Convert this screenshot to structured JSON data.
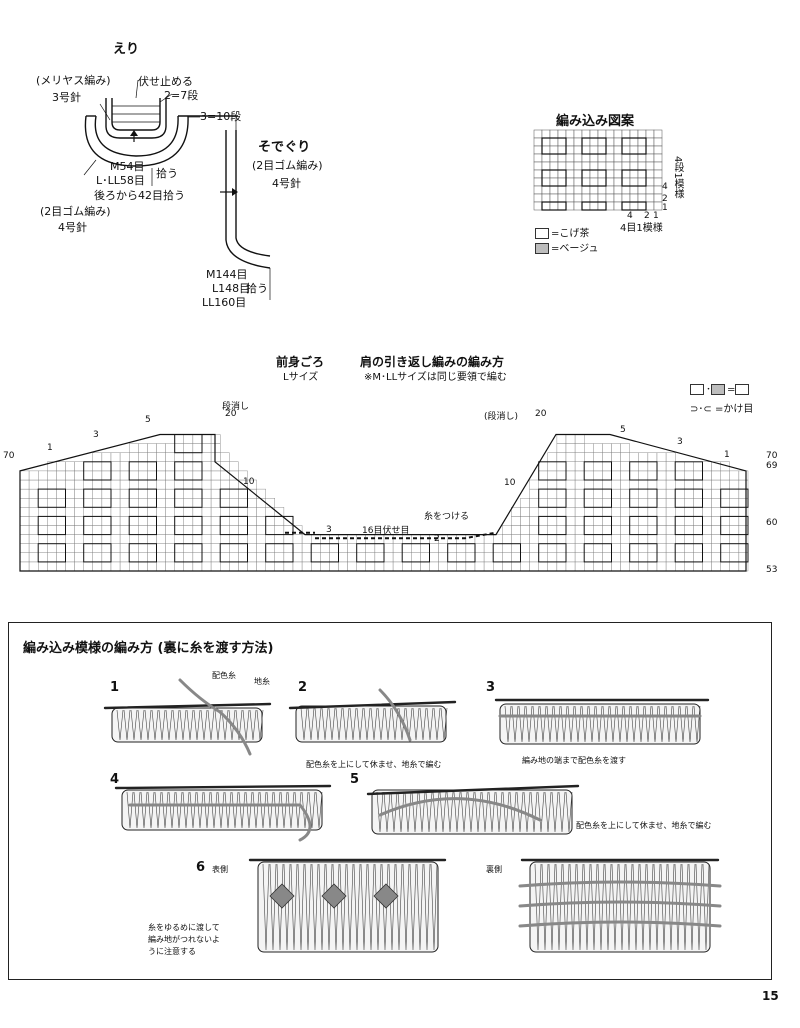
{
  "eri": {
    "title": "えり",
    "meriyasu": "(メリヤス編み)",
    "needle3": "3号針",
    "fuse": "伏せ止める",
    "r27": "2=7段",
    "r310": "3=10段",
    "m54": "M54目",
    "lll58": "L･LL58目",
    "hirou": "拾う",
    "ushiro": "後ろから42目拾う",
    "rib": "(2目ゴム編み)",
    "needle4": "4号針"
  },
  "sodeguri": {
    "title": "そでぐり",
    "rib": "(2目ゴム編み)",
    "needle4": "4号針",
    "m144": "M144目",
    "l148": "L148目",
    "ll160": "LL160目",
    "hirou": "拾う"
  },
  "pattern": {
    "title": "編み込み図案",
    "v4": "4",
    "v2": "2",
    "v1": "1",
    "dan": "4段1模様",
    "h4": "4",
    "h2": "2",
    "h1": "1",
    "stitch": "4目1模様",
    "legend_brown": "=こげ茶",
    "legend_beige": "=ベージュ",
    "color_brown": "#ffffff",
    "color_beige": "#bdbdbd"
  },
  "front": {
    "title": "前身ごろ",
    "size": "Lサイズ",
    "subtitle": "肩の引き返し編みの編み方",
    "note": "※M･LLサイズは同じ要領で編む",
    "legend_eq": "=",
    "legend_kake": "=かけ目",
    "danke_left": "段消し",
    "danke_right": "(段消し)",
    "fuse16": "16目伏せ目",
    "itowo": "糸をつける",
    "n20a": "20",
    "n20b": "20",
    "n5a": "5",
    "n5b": "5",
    "n3a": "3",
    "n3b": "3",
    "n3c": "3",
    "n1a": "1",
    "n1b": "1",
    "n2": "2",
    "n10a": "10",
    "n10b": "10",
    "r70l": "70",
    "r70r": "70",
    "r69": "69",
    "r60": "60",
    "r53": "53"
  },
  "method": {
    "title": "編み込み模様の編み方 (裏に糸を渡す方法)",
    "s1": "1",
    "s2": "2",
    "s3": "3",
    "s4": "4",
    "s5": "5",
    "s6": "6",
    "haishoku": "配色糸",
    "jiito": "地糸",
    "cap2": "配色糸を上にして休ませ、地糸で編む",
    "cap3": "編み地の端まで配色糸を渡す",
    "cap5": "配色糸を上にして休ませ、地糸で編む",
    "omote": "表側",
    "ura": "裏側",
    "note6a": "糸をゆるめに渡して",
    "note6b": "編み地がつれないよ",
    "note6c": "うに注意する"
  },
  "page_number": "15"
}
